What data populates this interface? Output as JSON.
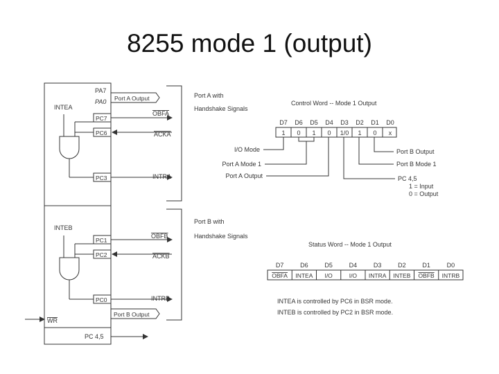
{
  "title": "8255 mode 1 (output)",
  "port_a": {
    "pa7": "PA7",
    "pa0": "PA0",
    "port_label": "Port A Output",
    "intea": "INTEA",
    "pc7": "PC7",
    "pc6": "PC6",
    "pc3": "PC3",
    "obfa": "OBFA",
    "acka": "ACKA",
    "intra": "INTRA",
    "side_l1": "Port A with",
    "side_l2": "Handshake Signals"
  },
  "port_b": {
    "inteb": "INTEB",
    "pc1": "PC1",
    "pc2": "PC2",
    "pc0": "PC0",
    "obfb": "OBFB",
    "ackb": "ACKB",
    "intrb": "INTRB",
    "port_label": "Port B Output",
    "wr": "WR",
    "pc45": "PC 4,5",
    "side_l1": "Port B with",
    "side_l2": "Handshake Signals"
  },
  "control_word": {
    "title": "Control Word -- Mode 1 Output",
    "headers": [
      "D7",
      "D6",
      "D5",
      "D4",
      "D3",
      "D2",
      "D1",
      "D0"
    ],
    "values": [
      "1",
      "0",
      "1",
      "0",
      "1/0",
      "1",
      "0",
      "x"
    ],
    "labels": {
      "io_mode": "I/O Mode",
      "port_a_mode": "Port A Mode 1",
      "port_a_output": "Port A Output",
      "port_b_output": "Port B Output",
      "port_b_mode": "Port B Mode 1",
      "pc45": "PC 4,5",
      "input": "1 = Input",
      "output": "0 = Output"
    }
  },
  "status_word": {
    "title": "Status Word -- Mode 1 Output",
    "headers": [
      "D7",
      "D6",
      "D5",
      "D4",
      "D3",
      "D2",
      "D1",
      "D0"
    ],
    "values": [
      "OBFA",
      "INTEA",
      "I/O",
      "I/O",
      "INTRA",
      "INTEB",
      "OBFB",
      "INTRB"
    ],
    "notes": [
      "INTEA is controlled by PC6 in BSR mode.",
      "INTEB is controlled by PC2 in BSR mode."
    ]
  }
}
